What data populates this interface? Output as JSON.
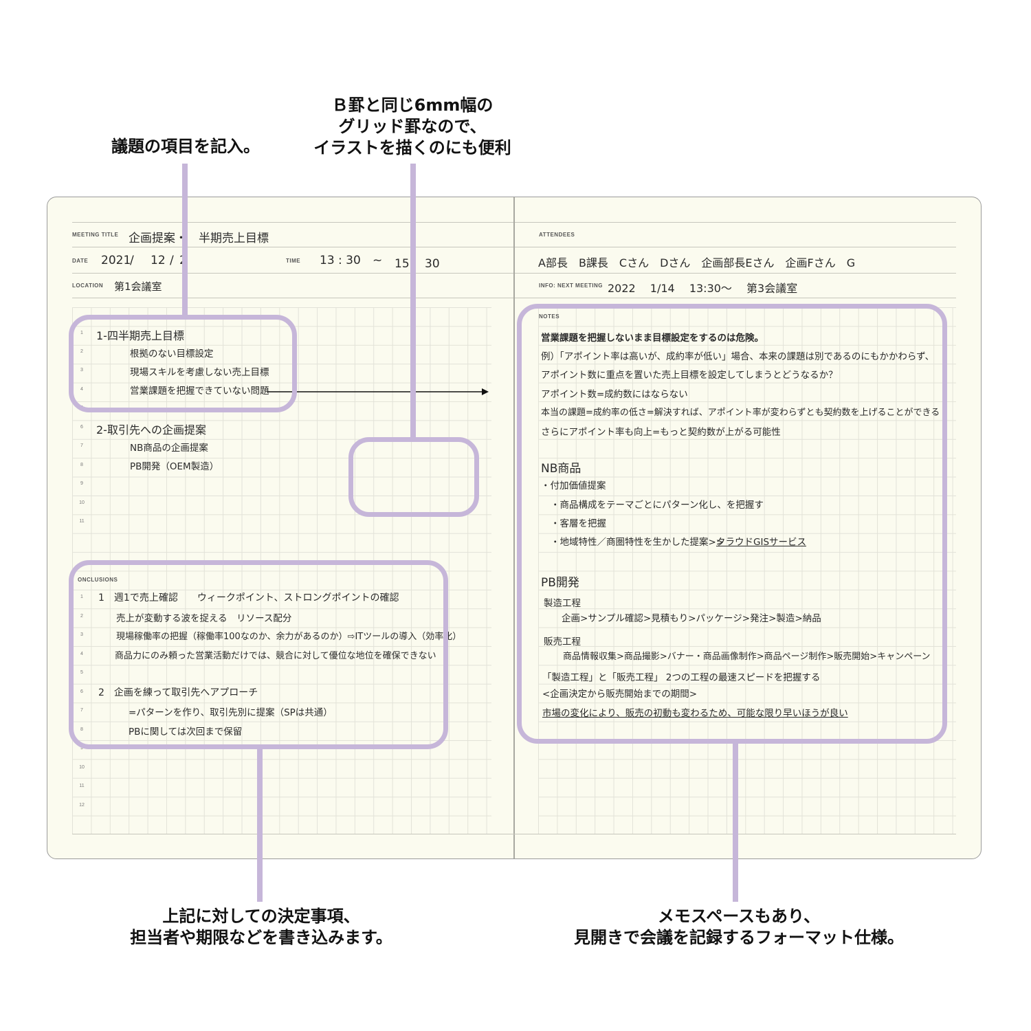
{
  "callouts": {
    "agenda": {
      "line1": "議題の項目を記入。"
    },
    "grid": {
      "line1": "Ｂ罫と同じ6mm幅の",
      "line2": "グリッド罫なので、",
      "line3": "イラストを描くのにも便利"
    },
    "conclusions": {
      "line1": "上記に対しての決定事項、",
      "line2": "担当者や期限などを書き込みます。"
    },
    "notes": {
      "line1": "メモスペースもあり、",
      "line2": "見開きで会議を記録するフォーマット仕様。"
    }
  },
  "left_page": {
    "meeting_title_label": "MEETING TITLE",
    "meeting_title_value": "企画提案・　半期売上目標",
    "date_label": "DATE",
    "date_year": "2021",
    "date_sep1": "/",
    "date_month": "12",
    "date_sep2": "/",
    "date_day": "2",
    "time_label": "TIME",
    "time_start": "13 : 30",
    "time_tilde": "~",
    "time_end": "15　 30",
    "location_label": "LOCATION",
    "location_value": "第1会議室",
    "agenda_numbers": [
      "1",
      "2",
      "3",
      "4",
      "5",
      "6",
      "7",
      "8",
      "9",
      "10",
      "11"
    ],
    "agenda_items": [
      "1-四半期売上目標",
      "根拠のない目標設定",
      "現場スキルを考慮しない売上目標",
      "営業課題を把握できていない問題",
      "2-取引先への企画提案",
      "NB商品の企画提案",
      "PB開発（OEM製造）"
    ],
    "conclusions_label": "ONCLUSIONS",
    "conclusion_numbers": [
      "1",
      "2",
      "3",
      "4",
      "5",
      "6",
      "7",
      "8",
      "9",
      "10",
      "11",
      "12"
    ],
    "conclusions": [
      "1　週1で売上確認　　ウィークポイント、ストロングポイントの確認",
      "売上が変動する波を捉える　リソース配分",
      "現場稼働率の把握（稼働率100なのか、余力があるのか）⇨ITツールの導入（効率化）",
      "商品力にのみ頼った営業活動だけでは、競合に対して優位な地位を確保できない",
      "2　企画を練って取引先へアプローチ",
      "=パターンを作り、取引先別に提案（SPは共通）",
      "PBに関しては次回まで保留"
    ]
  },
  "right_page": {
    "attendees_label": "ATTENDEES",
    "attendees_value": "A部長　B課長　Cさん　Dさん　企画部長Eさん　企画Fさん　G",
    "next_meeting_label": "INFO: NEXT MEETING",
    "next_meeting_value": "2022　 1/14　 13:30～　 第3会議室",
    "notes_label": "NOTES",
    "notes": [
      "営業課題を把握しないまま目標設定をするのは危険。",
      "例）「アポイント率は高いが、成約率が低い」場合、本来の課題は別であるのにもかかわらず、",
      "アポイント数に重点を置いた売上目標を設定してしまうとどうなるか？",
      "アポイント数=成約数にはならない",
      "本当の課題=成約率の低さ=解決すれば、アポイント率が変わらずとも契約数を上げることができる",
      "さらにアポイント率も向上=もっと契約数が上がる可能性",
      "NB商品",
      "・付加価値提案",
      "・商品構成をテーマごとにパターン化し、を把握す",
      "・客層を把握",
      "・地域特性／商圏特性を生かした提案>>",
      "クラウドGISサービス",
      "PB開発",
      "製造工程",
      "企画>サンプル確認>見積もり>パッケージ>発注>製造>納品",
      "販売工程",
      "商品情報収集>商品撮影>バナー・商品画像制作>商品ページ制作>販売開始>キャンペーン",
      "「製造工程」と「販売工程」 2つの工程の最速スピードを把握する",
      "<企画決定から販売開始までの期間>",
      "市場の変化により、販売の初動も変わるため、可能な限り早いほうが良い"
    ]
  },
  "colors": {
    "highlight": "#c6b6d9",
    "paper": "#fbfbef",
    "grid": "#e2e2d8"
  }
}
